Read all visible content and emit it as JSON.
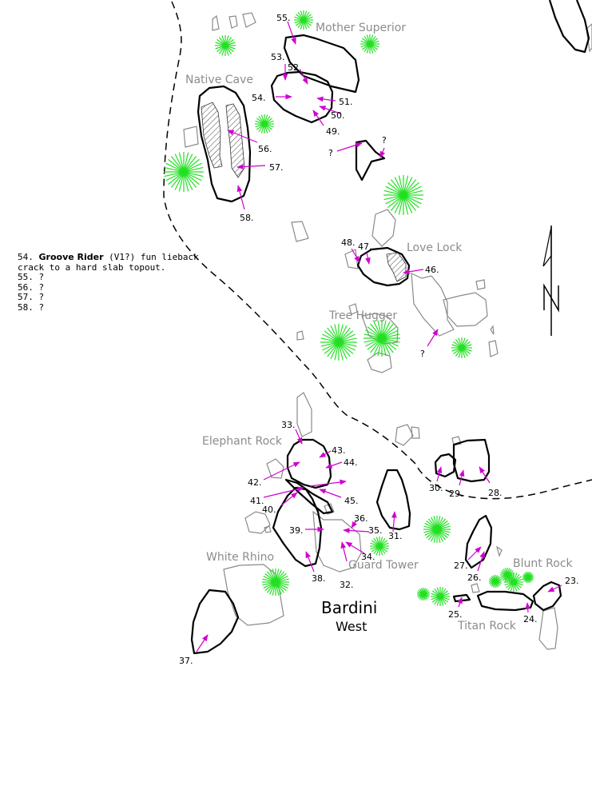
{
  "title": {
    "main": "Bardini",
    "sub": "West"
  },
  "north_arrow_label": "N",
  "areas": {
    "mother_superior": "Mother Superior",
    "native_cave": "Native Cave",
    "love_lock": "Love Lock",
    "tree_hugger": "Tree Hugger",
    "elephant_rock": "Elephant Rock",
    "white_rhino": "White Rhino",
    "guard_tower": "Guard Tower",
    "blunt_rock": "Blunt Rock",
    "titan_rock": "Titan Rock"
  },
  "legend": {
    "entry_num": "54.",
    "entry_name": "Groove Rider",
    "entry_rest": " (V1?) fun lieback",
    "entry_line2": "crack to a hard slab topout.",
    "lines": [
      "55. ?",
      "56. ?",
      "57. ?",
      "58. ?"
    ]
  },
  "route_labels": [
    "23.",
    "24.",
    "25.",
    "26.",
    "27.",
    "28.",
    "29.",
    "30.",
    "31.",
    "32.",
    "33.",
    "34.",
    "35.",
    "36.",
    "37.",
    "38.",
    "39.",
    "40.",
    "41.",
    "42.",
    "43.",
    "44.",
    "45.",
    "46.",
    "47.",
    "48.",
    "49.",
    "50.",
    "51.",
    "52.",
    "53.",
    "54.",
    "55.",
    "56.",
    "57.",
    "58.",
    "?",
    "?",
    "?"
  ],
  "colors": {
    "route_arrow": "#d000d0",
    "tree": "#22e022",
    "rock_outline_featured": "#000000",
    "rock_outline_other": "#8a8a8a",
    "area_label": "#8c8c8c"
  }
}
